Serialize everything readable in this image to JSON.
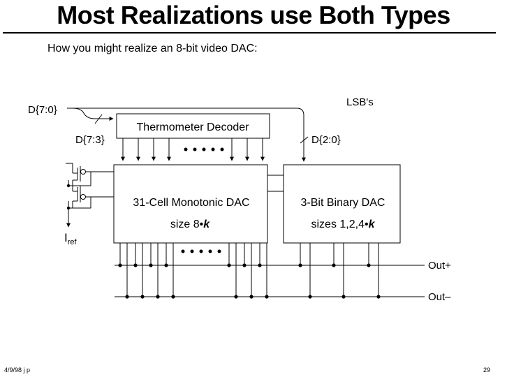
{
  "title": "Most Realizations use Both Types",
  "subtitle": "How you might realize an 8-bit video DAC:",
  "diagram": {
    "input_bus": "D{7:0}",
    "upper_bus": "D{7:3}",
    "lower_bus": "D{2:0}",
    "lsb_label": "LSB's",
    "decoder_label": "Thermometer Decoder",
    "unary_dac_label": "31-Cell Monotonic DAC",
    "unary_dac_size_prefix": "size 8•",
    "unary_dac_size_var": "k",
    "binary_dac_label": "3-Bit Binary DAC",
    "binary_dac_size_prefix": "sizes 1,2,4•",
    "binary_dac_size_var": "k",
    "iref_main": "I",
    "iref_sub": "ref",
    "out_plus": "Out+",
    "out_minus": "Out–"
  },
  "footer": {
    "date": "4/9/98  j p",
    "page": "29"
  }
}
